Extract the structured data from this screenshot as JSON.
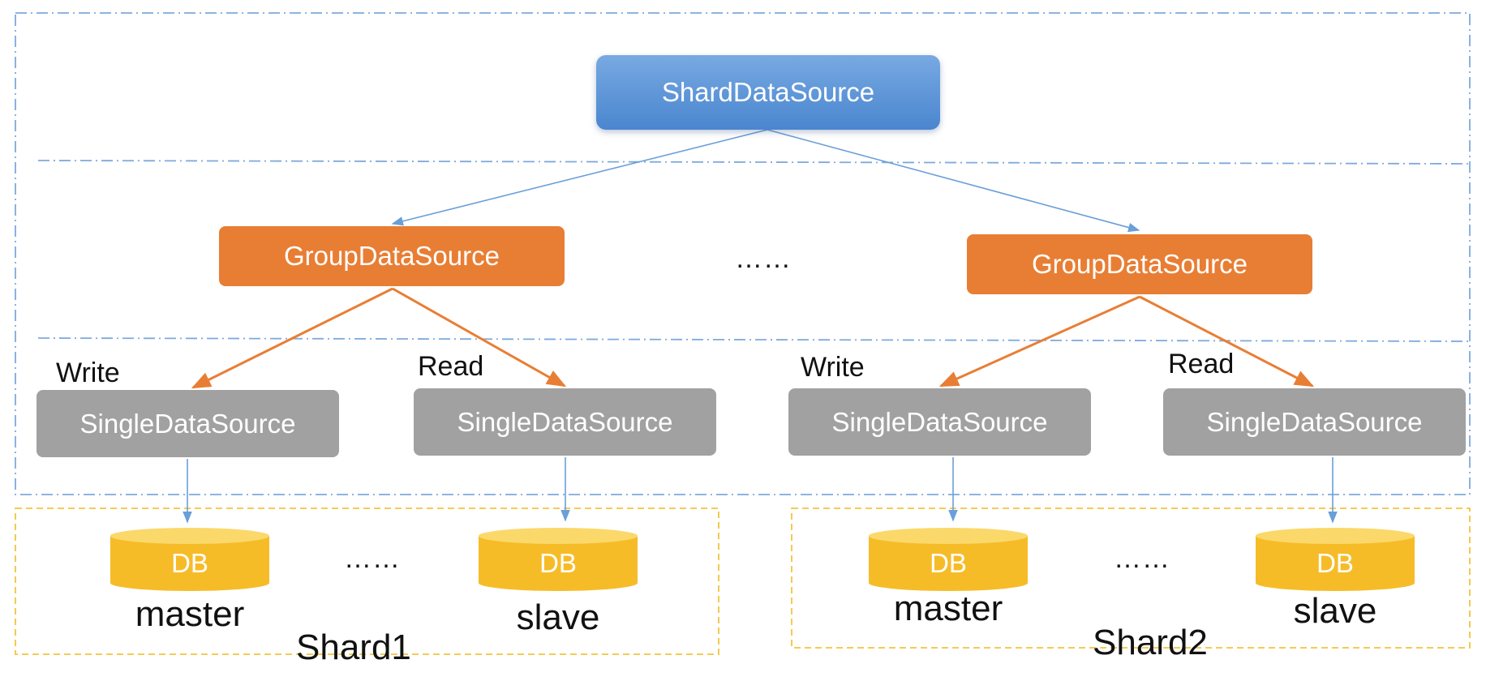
{
  "root": {
    "label": "ShardDataSource"
  },
  "groups": [
    {
      "label": "GroupDataSource"
    },
    {
      "label": "GroupDataSource"
    }
  ],
  "group_ellipsis": "……",
  "singles": [
    {
      "label": "SingleDataSource",
      "role": "Write"
    },
    {
      "label": "SingleDataSource",
      "role": "Read"
    },
    {
      "label": "SingleDataSource",
      "role": "Write"
    },
    {
      "label": "SingleDataSource",
      "role": "Read"
    }
  ],
  "databases": [
    {
      "label": "DB",
      "name": "master"
    },
    {
      "label": "DB",
      "name": "slave"
    },
    {
      "label": "DB",
      "name": "master"
    },
    {
      "label": "DB",
      "name": "slave"
    }
  ],
  "db_ellipsis": [
    "……",
    "……"
  ],
  "shards": [
    {
      "label": "Shard1"
    },
    {
      "label": "Shard2"
    }
  ],
  "colors": {
    "root": "#5b97d8",
    "group": "#e87e34",
    "single": "#a1a1a1",
    "db": "#f6bc28",
    "blue_connector": "#6a9fd8",
    "orange_connector": "#e87e34",
    "blue_dashed_frame": "#7ea9dc",
    "yellow_dashed_frame": "#f2c53d"
  }
}
